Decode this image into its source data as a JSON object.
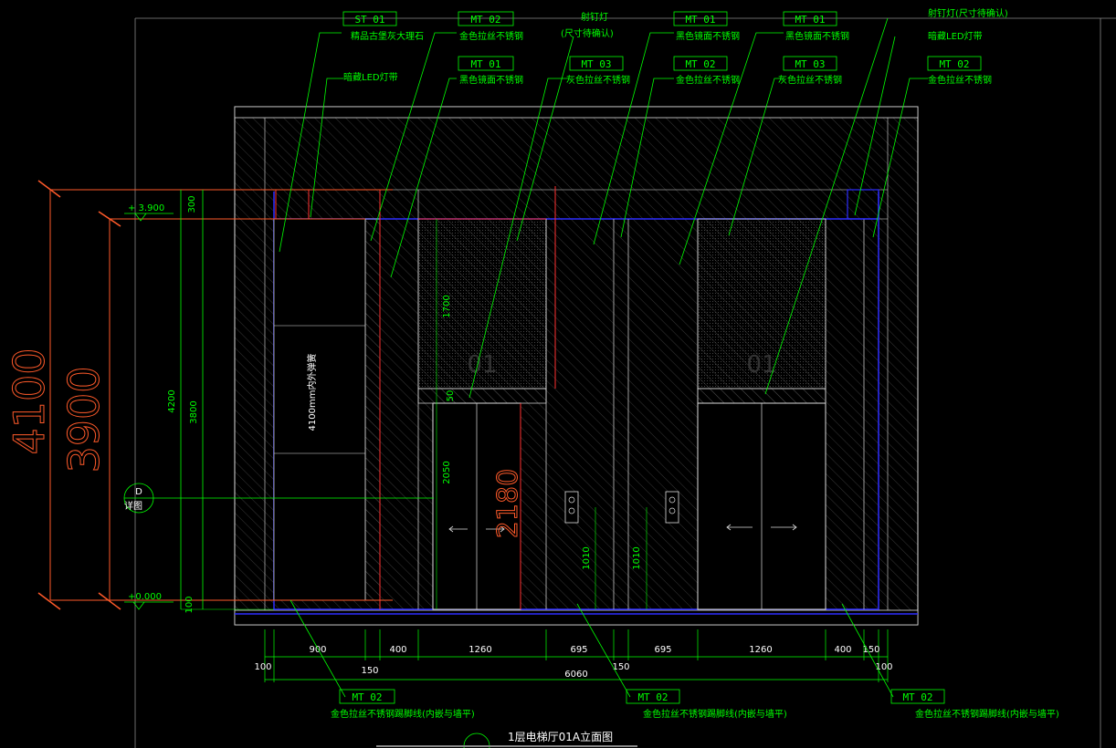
{
  "drawing": {
    "title": "1层电梯厅01A立面图",
    "tags_top": [
      {
        "code": "ST  01",
        "desc": "精品古堡灰大理石"
      },
      {
        "code": "MT  02",
        "desc": "金色拉丝不锈钢"
      },
      {
        "code": "",
        "desc": "射钉灯",
        "desc2": "(尺寸待确认)"
      },
      {
        "code": "MT  01",
        "desc": "黑色镜面不锈钢"
      },
      {
        "code": "MT  01",
        "desc": "黑色镜面不锈钢"
      },
      {
        "code": "",
        "desc": "射钉灯(尺寸待确认)"
      },
      {
        "code": "",
        "desc": "暗藏LED灯带"
      },
      {
        "code": "MT  01",
        "desc": "黑色镜面不锈钢"
      },
      {
        "code": "MT  03",
        "desc": "灰色拉丝不锈钢"
      },
      {
        "code": "MT  02",
        "desc": "金色拉丝不锈钢"
      },
      {
        "code": "MT  03",
        "desc": "灰色拉丝不锈钢"
      },
      {
        "code": "MT  02",
        "desc": "金色拉丝不锈钢"
      },
      {
        "code": "",
        "desc": "暗藏LED灯带"
      }
    ],
    "tags_bottom": [
      {
        "code": "MT  02",
        "desc": "金色拉丝不锈钢踢脚线(内嵌与墙平)"
      },
      {
        "code": "MT  02",
        "desc": "金色拉丝不锈钢踢脚线(内嵌与墙平)"
      },
      {
        "code": "MT  02",
        "desc": "金色拉丝不锈钢踢脚线(内嵌与墙平)"
      }
    ],
    "levels": {
      "top": "+ 3.900",
      "bottom": "+0.000"
    },
    "big_dims": {
      "d4100": "4100",
      "d3900": "3900",
      "d2180": "2180"
    },
    "vertical_dims": [
      "300",
      "4200",
      "3800",
      "100",
      "1700",
      "50",
      "2050",
      "1010",
      "1010"
    ],
    "horizontal_dims": [
      "100",
      "900",
      "150",
      "400",
      "1260",
      "695",
      "150",
      "695",
      "1260",
      "400",
      "150",
      "100",
      "6060"
    ],
    "elevator_labels": [
      "01",
      "01"
    ],
    "side_panel_label": "4100mm内外弹簧",
    "section_marker": {
      "letter": "D",
      "ref": "详图"
    }
  }
}
